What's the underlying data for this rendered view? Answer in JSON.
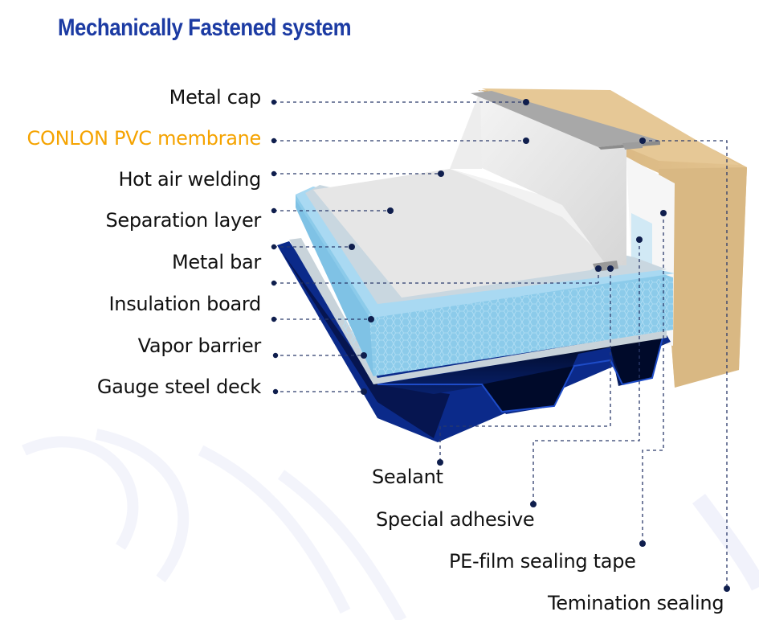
{
  "title": "Mechanically Fastened system",
  "colors": {
    "title": "#1C3BA3",
    "accent_label": "#F5A300",
    "leader_line": "#2B3A6B",
    "leader_dot": "#0F1E4D",
    "membrane": "#E6E6E6",
    "metal_cap": "#A8A8A8",
    "insulation": "#8CCBEA",
    "steel_deck": "#0B2A8A",
    "wall": "#D9B883"
  },
  "left_labels": [
    {
      "text": "Metal cap",
      "highlight": false
    },
    {
      "text": "CONLON PVC membrane",
      "highlight": true
    },
    {
      "text": "Hot air welding",
      "highlight": false
    },
    {
      "text": "Separation layer",
      "highlight": false
    },
    {
      "text": "Metal bar",
      "highlight": false
    },
    {
      "text": "Insulation board",
      "highlight": false
    },
    {
      "text": "Vapor barrier",
      "highlight": false
    },
    {
      "text": "Gauge steel deck",
      "highlight": false
    }
  ],
  "bottom_labels": [
    {
      "text": "Sealant"
    },
    {
      "text": "Special adhesive"
    },
    {
      "text": "PE-film sealing tape"
    },
    {
      "text": "Temination sealing"
    }
  ],
  "icons": {
    "leader_dot": "filled-circle",
    "leader_line": "dashed-line"
  }
}
